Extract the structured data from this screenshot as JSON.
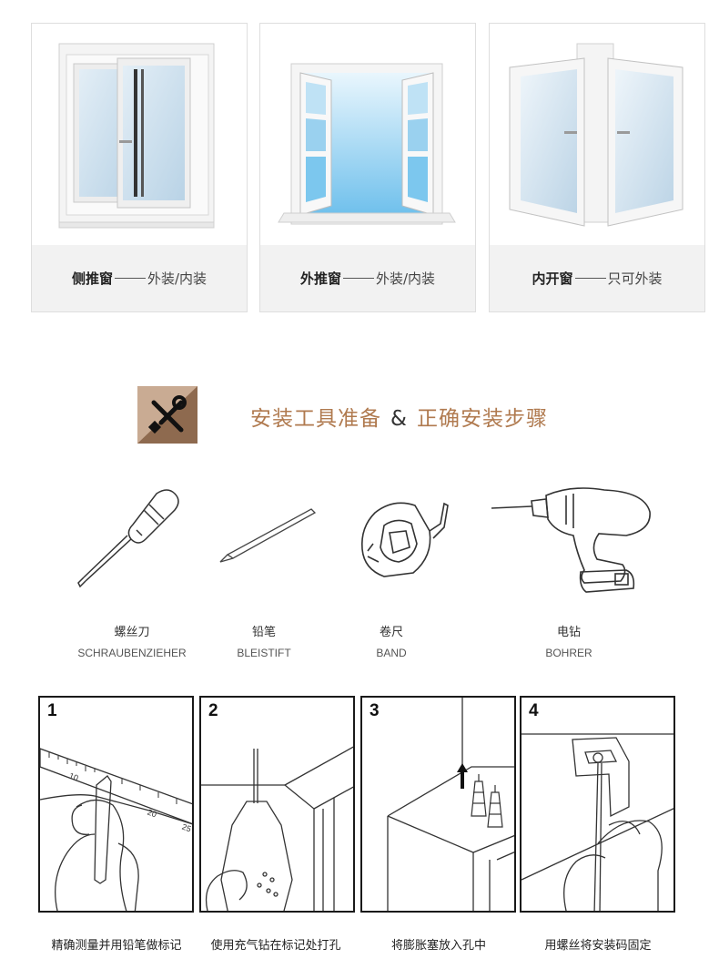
{
  "windows": [
    {
      "name": "侧推窗",
      "suffix": "外装/内装"
    },
    {
      "name": "外推窗",
      "suffix": "外装/内装"
    },
    {
      "name": "内开窗",
      "suffix": "只可外装"
    }
  ],
  "section": {
    "title_left": "安装工具准备",
    "amp": "&",
    "title_right": "正确安装步骤",
    "icon": "tools-icon"
  },
  "tools": [
    {
      "zh": "螺丝刀",
      "de": "SCHRAUBENZIEHER",
      "icon": "screwdriver-icon"
    },
    {
      "zh": "铅笔",
      "de": "BLEISTIFT",
      "icon": "pencil-icon"
    },
    {
      "zh": "卷尺",
      "de": "BAND",
      "icon": "tape-measure-icon"
    },
    {
      "zh": "电钻",
      "de": "BOHRER",
      "icon": "drill-icon"
    }
  ],
  "steps": [
    {
      "num": "1",
      "caption": "精确测量并用铅笔做标记",
      "ruler_marks": [
        "10",
        "20",
        "25"
      ]
    },
    {
      "num": "2",
      "caption": "使用充气钻在标记处打孔"
    },
    {
      "num": "3",
      "caption": "将膨胀塞放入孔中"
    },
    {
      "num": "4",
      "caption": "用螺丝将安装码固定"
    }
  ],
  "colors": {
    "accent": "#b07a4f",
    "icon_bg": "#a07a5c",
    "caption_bg": "#f2f2f2",
    "glass": "#cfe4f2",
    "sky": "#7cc7ee"
  }
}
